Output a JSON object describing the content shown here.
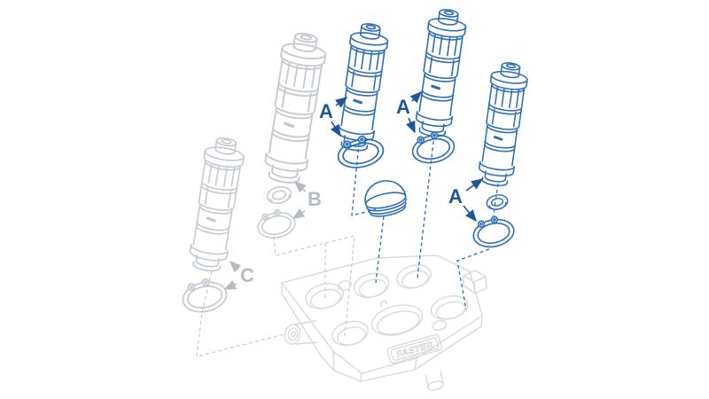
{
  "diagram": {
    "callouts": [
      {
        "label": "A"
      },
      {
        "label": "A"
      },
      {
        "label": "A"
      },
      {
        "label": "B"
      },
      {
        "label": "C"
      }
    ],
    "manifold_logo": "FASTER",
    "colors": {
      "blue_line": "#2e6eb5",
      "blue_label": "#1c5799",
      "gray_line": "#c5cbd2",
      "gray_label": "#b5bcc4",
      "manifold_line": "#d7dbdf",
      "background": "#ffffff"
    }
  }
}
